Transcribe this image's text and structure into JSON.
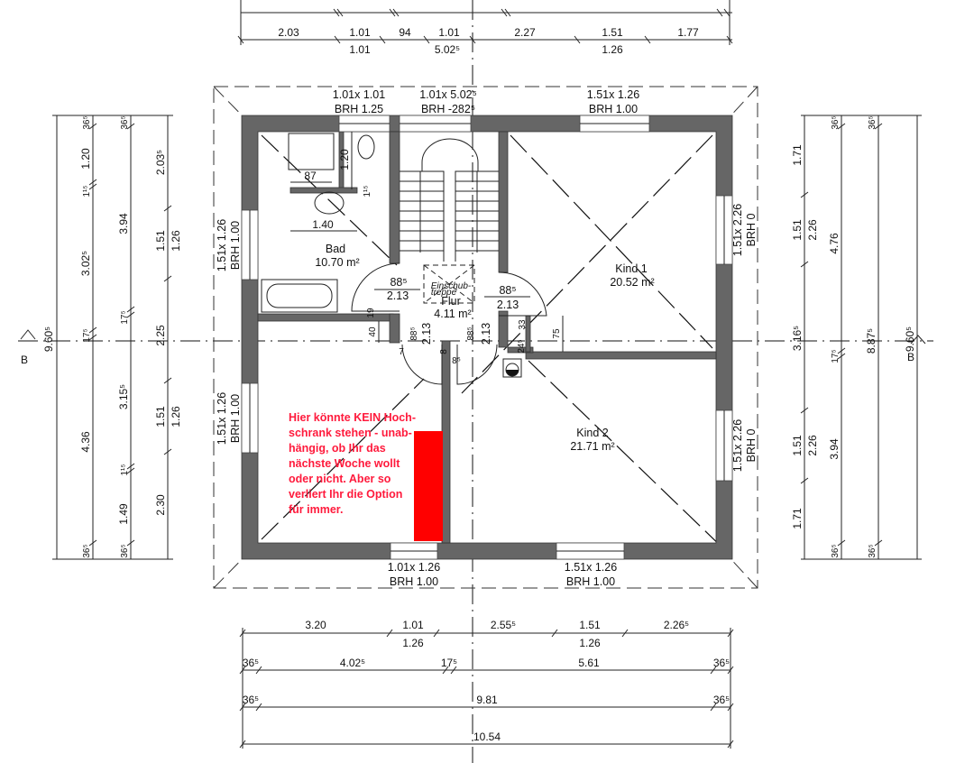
{
  "top_dims": {
    "row1": [
      "2.03",
      "1.01",
      "94",
      "1.01",
      "2.27",
      "1.51",
      "1.77"
    ],
    "row2": [
      "1.01",
      "5.02⁵",
      "1.26"
    ]
  },
  "windows": {
    "top": [
      {
        "size": "1.01x 1.01",
        "brh": "BRH 1.25"
      },
      {
        "size": "1.01x 5.02⁵",
        "brh": "BRH -282⁵"
      },
      {
        "size": "1.51x 1.26",
        "brh": "BRH 1.00"
      }
    ],
    "left": [
      {
        "size": "1.51x 1.26",
        "brh": "BRH 1.00"
      },
      {
        "size": "1.51x 1.26",
        "brh": "BRH 1.00"
      }
    ],
    "right": [
      {
        "size": "1.51x 2.26",
        "brh": "BRH 0"
      },
      {
        "size": "1.51x 2.26",
        "brh": "BRH 0"
      }
    ],
    "bottom": [
      {
        "size": "1.01x 1.26",
        "brh": "BRH 1.00"
      },
      {
        "size": "1.51x 1.26",
        "brh": "BRH 1.00"
      }
    ]
  },
  "rooms": {
    "bad": {
      "name": "Bad",
      "area": "10.70 m²"
    },
    "flur": {
      "name": "Flur",
      "area": "4.11 m²"
    },
    "kind1": {
      "name": "Kind 1",
      "area": "20.52 m²"
    },
    "kind2": {
      "name": "Kind 2",
      "area": "21.71 m²"
    },
    "einschub": [
      "Einschub-",
      "treppe"
    ]
  },
  "doors": [
    {
      "width": "88⁵",
      "height": "2.13"
    },
    {
      "width": "88⁵",
      "height": "2.13"
    },
    {
      "width": "88⁵",
      "height": "2.13"
    },
    {
      "width": "88⁵",
      "height": "2.13"
    }
  ],
  "bath_dims": [
    "87",
    "1.20",
    "1¹⁵",
    "1.40"
  ],
  "small_dims": [
    "19",
    "40",
    "75",
    "33",
    "24⁵",
    "7",
    "8",
    "8⁵"
  ],
  "left_dims": {
    "col1": [
      "9.60⁵"
    ],
    "col2": [
      "36⁵",
      "1.20",
      "1¹⁵",
      "3.02⁵",
      "17⁵",
      "4.36",
      "36⁵"
    ],
    "col3": [
      "36⁵",
      "3.94",
      "17⁵",
      "3.15⁵",
      "1¹⁵",
      "1.49",
      "36⁵"
    ],
    "col4": [
      "2.03⁵",
      "1.51",
      "1.26",
      "2.25",
      "1.51",
      "1.26",
      "2.30"
    ]
  },
  "right_dims": {
    "col1": [
      "1.71",
      "1.51",
      "2.26",
      "3.16⁵",
      "1.51",
      "2.26",
      "1.71"
    ],
    "col2": [
      "36⁵",
      "4.76",
      "17⁵",
      "3.94",
      "36⁵"
    ],
    "col3": [
      "36⁵",
      "8.87⁵",
      "36⁵"
    ],
    "col4": [
      "9.60⁵"
    ]
  },
  "bottom_dims": {
    "row1": [
      "3.20",
      "1.01",
      "2.55⁵",
      "1.51",
      "2.26⁵"
    ],
    "row1_below": [
      "1.26",
      "1.26"
    ],
    "row2": [
      "36⁵",
      "4.02⁵",
      "17⁵",
      "5.61",
      "36⁵"
    ],
    "row3": [
      "36⁵",
      "9.81",
      "36⁵"
    ],
    "row4": [
      "10.54"
    ]
  },
  "section": {
    "left": "B",
    "right": "B"
  },
  "note": {
    "lines": [
      "Hier könnte KEIN Hoch-",
      "schrank stehen - unab-",
      "hängig, ob Ihr das",
      "nächste Woche wollt",
      "oder nicht. Aber so",
      "verliert Ihr die Option",
      "für immer."
    ],
    "color": "#ff1a3c",
    "marker_color": "#ff0000"
  },
  "colors": {
    "wall": "#666666",
    "line": "#222222"
  }
}
